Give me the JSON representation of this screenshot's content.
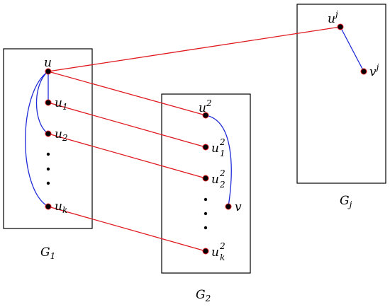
{
  "groups": {
    "g1": {
      "name": "G",
      "sub": "1"
    },
    "g2": {
      "name": "G",
      "sub": "2"
    },
    "gj": {
      "name": "G",
      "sub": "j"
    }
  },
  "nodes": {
    "u": {
      "name": "u"
    },
    "u1": {
      "name": "u",
      "sub": "1"
    },
    "u2": {
      "name": "u",
      "sub": "2"
    },
    "uk": {
      "name": "u",
      "sub": "k"
    },
    "u_2": {
      "name": "u",
      "sup": "2"
    },
    "u1_2": {
      "name": "u",
      "sup": "2",
      "sub": "1"
    },
    "u2_2": {
      "name": "u",
      "sup": "2",
      "sub": "2"
    },
    "uk_2": {
      "name": "u",
      "sup": "2",
      "sub": "k"
    },
    "v": {
      "name": "v"
    },
    "uj": {
      "name": "u",
      "sup": "j"
    },
    "vj": {
      "name": "v",
      "sup": "j"
    }
  },
  "colors": {
    "red_edge": "#e0191f",
    "blue_edge": "#1f2bd6",
    "node_fill": "#000000"
  }
}
